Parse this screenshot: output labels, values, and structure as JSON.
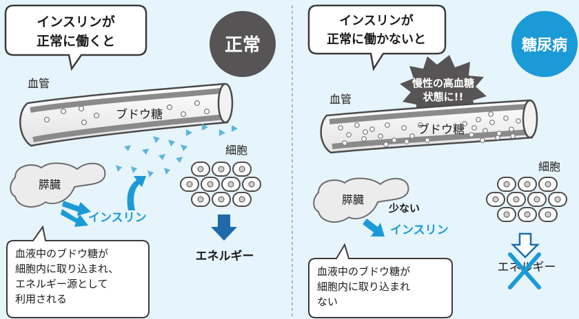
{
  "colors": {
    "background": "#e6f4fb",
    "vessel_wall": "#7f7f7f",
    "cyan_accent": "#1b9ad8",
    "badge_normal": "#575455",
    "badge_diabetes": "#1b9ad8",
    "arrow_dark": "#1f6aa8",
    "glucose_triangle": "#5fb4dd"
  },
  "left_panel": {
    "speech_bubble": {
      "line1": "インスリンが",
      "line2": "正常に働くと"
    },
    "badge": "正常",
    "vessel_label": "血管",
    "glucose_label": "ブドウ糖",
    "cell_label": "細胞",
    "pancreas_label": "膵臓",
    "insulin_label": "インスリン",
    "energy_label": "エネルギー",
    "caption": {
      "line1": "血液中のブドウ糖が",
      "line2": "細胞内に取り込まれ、",
      "line3": "エネルギー源として",
      "line4": "利用される"
    }
  },
  "right_panel": {
    "speech_bubble": {
      "line1": "インスリンが",
      "line2": "正常に働かないと"
    },
    "badge": "糖尿病",
    "burst": {
      "line1": "慢性の高血糖",
      "line2": "状態に!!"
    },
    "vessel_label": "血管",
    "glucose_label": "ブドウ糖",
    "cell_label": "細胞",
    "pancreas_label": "膵臓",
    "small_amount_label": "少ない",
    "insulin_label": "インスリン",
    "energy_label": "エネルギー",
    "caption": {
      "line1": "血液中のブドウ糖が",
      "line2": "細胞内に取り込まれ",
      "line3": "ない"
    }
  }
}
